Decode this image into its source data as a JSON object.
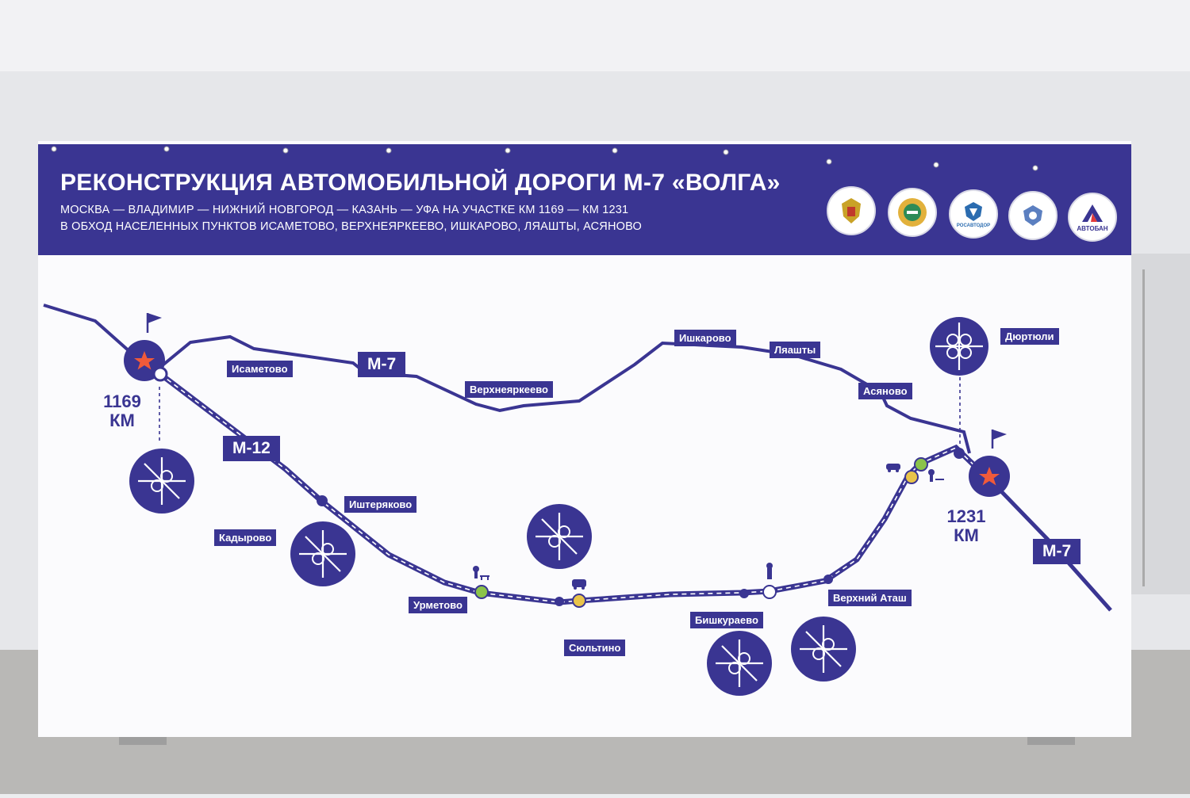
{
  "header": {
    "title": "РЕКОНСТРУКЦИЯ АВТОМОБИЛЬНОЙ ДОРОГИ М-7 «ВОЛГА»",
    "subtitle_line1": "МОСКВА — ВЛАДИМИР — НИЖНИЙ НОВГОРОД — КАЗАНЬ — УФА НА УЧАСТКЕ КМ 1169 — КМ 1231",
    "subtitle_line2": "В ОБХОД НАСЕЛЕННЫХ ПУНКТОВ ИСАМЕТОВО, ВЕРХНЕЯРКЕЕВО, ИШКАРОВО, ЛЯАШТЫ, АСЯНОВО"
  },
  "logos": [
    {
      "icon": "russia-coat-of-arms-icon",
      "caption": ""
    },
    {
      "icon": "bashkortostan-emblem-icon",
      "caption": ""
    },
    {
      "icon": "rosavtodor-emblem-icon",
      "caption": "РОСАВТОДОР"
    },
    {
      "icon": "road-agency-emblem-icon",
      "caption": ""
    },
    {
      "icon": "avtoban-logo-icon",
      "caption": "АВТОБАН"
    }
  ],
  "roads": {
    "m7_old": "М-7",
    "m12": "М-12",
    "m7_east": "М-7"
  },
  "km_markers": {
    "start": "1169 КМ",
    "end": "1231 КМ"
  },
  "places": {
    "isametovo": "Исаметово",
    "verkhneyarkeevo": "Верхнеяркеево",
    "ishkarovo": "Ишкарово",
    "lyaashty": "Ляашты",
    "asyanovo": "Асяново",
    "dyurtyuli": "Дюртюли",
    "ishteryakovo": "Иштеряково",
    "kadyrovo": "Кадырово",
    "urmetovo": "Урметово",
    "syultino": "Сюльтино",
    "bishkuraevo": "Бишкураево",
    "verkhniy_atash": "Верхний Аташ"
  },
  "colors": {
    "brand_purple": "#3a3592",
    "star_orange": "#f05a3a",
    "stop_green": "#8bc34a",
    "stop_yellow": "#e9c44a",
    "banner_white": "#fbfbfd"
  }
}
